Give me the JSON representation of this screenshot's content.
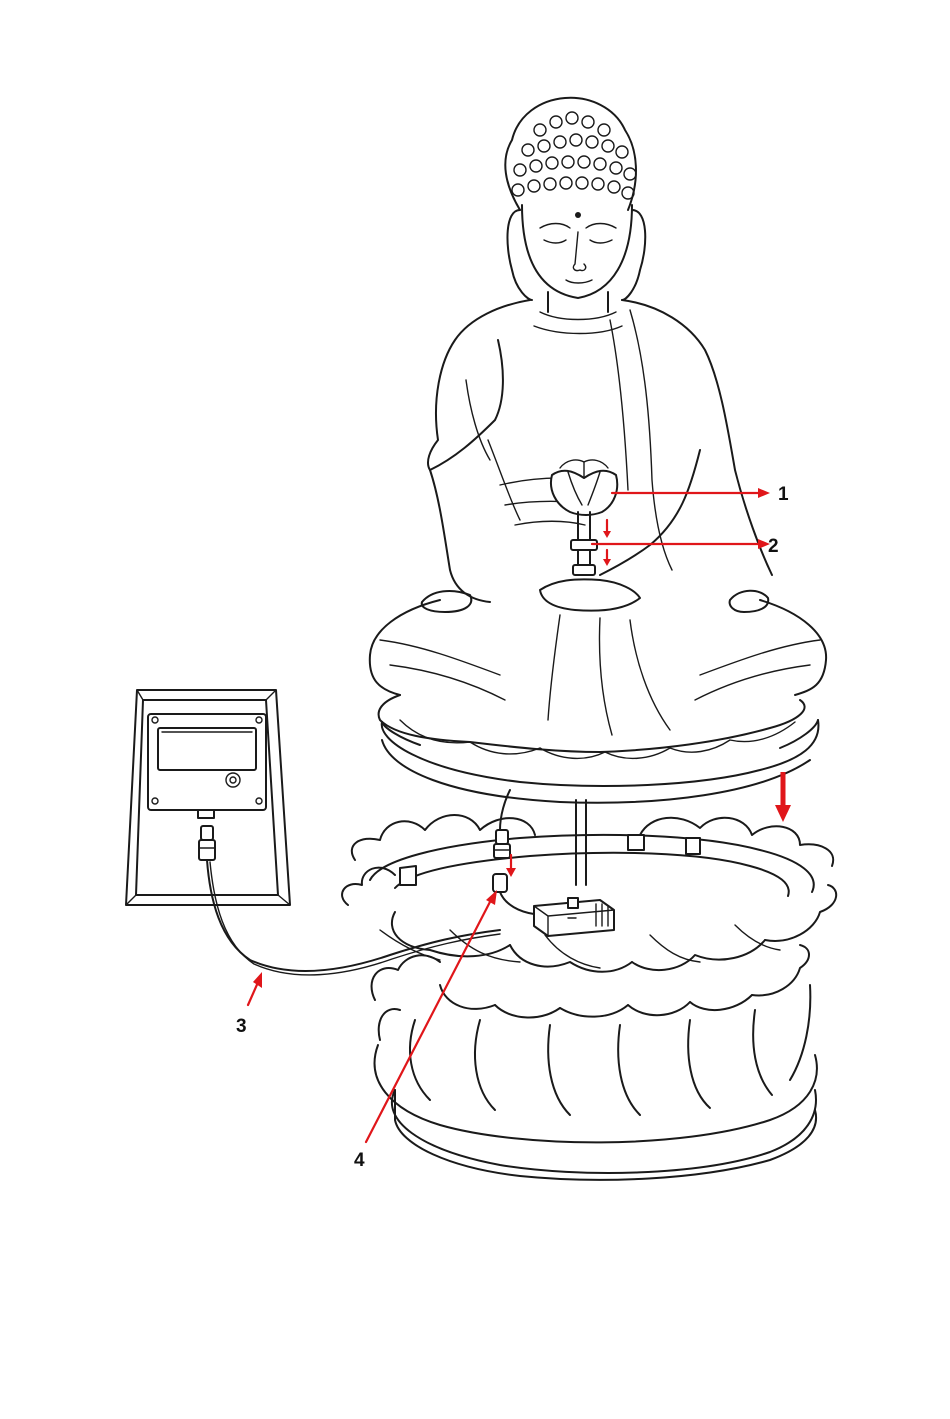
{
  "callouts": {
    "c1": "1",
    "c2": "2",
    "c3": "3",
    "c4": "4"
  },
  "colors": {
    "line": "#1a1a1a",
    "accent": "#e0161a"
  },
  "icons": [
    "buddha-statue-icon",
    "lotus-flower-icon",
    "solar-panel-icon",
    "pump-icon",
    "lotus-basin-icon",
    "connector-icon"
  ]
}
